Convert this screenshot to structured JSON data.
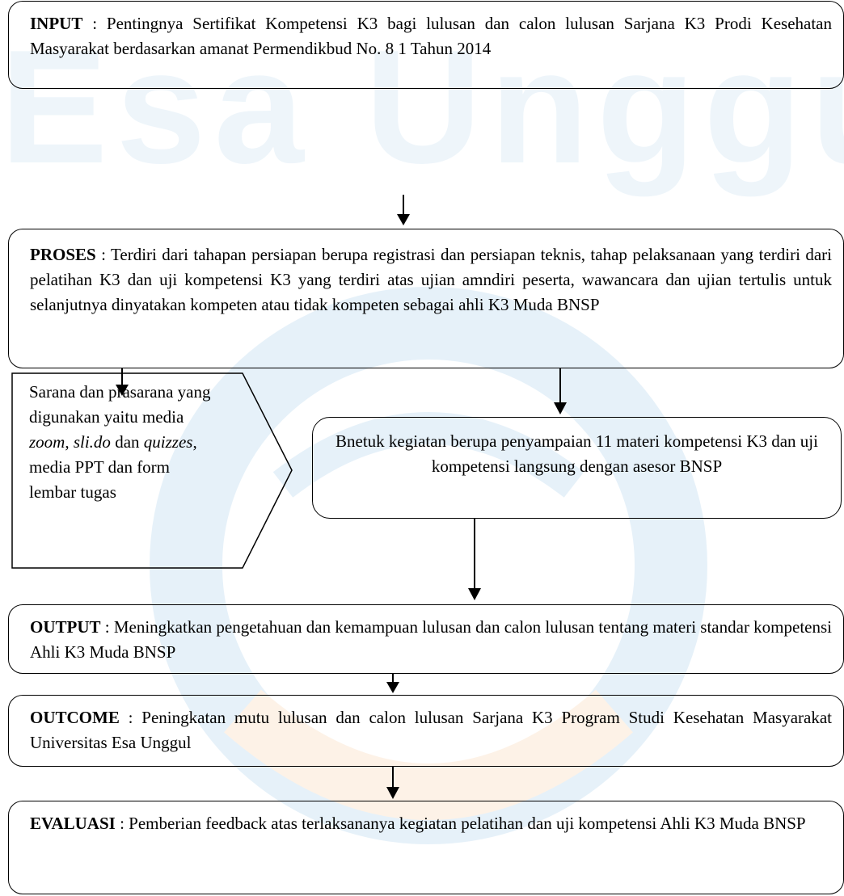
{
  "watermark": {
    "text": "Esa Unggul"
  },
  "nodes": {
    "input": {
      "label": "INPUT",
      "text": " : Pentingnya Sertifikat Kompetensi K3 bagi lulusan dan calon lulusan Sarjana K3 Prodi Kesehatan Masyarakat berdasarkan amanat Permendikbud No. 8 1 Tahun 2014"
    },
    "proses": {
      "label": "PROSES",
      "text": " : Terdiri dari tahapan persiapan berupa registrasi dan persiapan teknis, tahap pelaksanaan yang terdiri dari pelatihan K3 dan uji kompetensi K3 yang terdiri atas ujian amndiri peserta, wawancara dan ujian tertulis untuk selanjutnya dinyatakan kompeten atau tidak kompeten sebagai ahli K3 Muda BNSP"
    },
    "sarana": {
      "text1": "Sarana dan prasarana yang digunakan yaitu media ",
      "zoom": "zoom",
      "sep1": ", ",
      "slido": "sli.do",
      "sep2": " dan ",
      "quizzes": "quizzes",
      "text2": ", media PPT dan form lembar tugas"
    },
    "bentuk": {
      "text": "Bnetuk kegiatan berupa penyampaian 11 materi kompetensi K3 dan uji kompetensi langsung dengan asesor BNSP"
    },
    "output": {
      "label": "OUTPUT",
      "text": " : Meningkatkan pengetahuan dan kemampuan lulusan dan calon lulusan tentang materi standar kompetensi Ahli K3 Muda BNSP"
    },
    "outcome": {
      "label": "OUTCOME",
      "text": " : Peningkatan mutu lulusan dan calon lulusan Sarjana K3 Program Studi Kesehatan Masyarakat Universitas Esa Unggul"
    },
    "evaluasi": {
      "label": "EVALUASI",
      "text": " : Pemberian feedback atas terlaksananya kegiatan pelatihan dan uji kompetensi Ahli K3 Muda BNSP"
    }
  },
  "colors": {
    "watermark_blue": "#1a7fc7",
    "watermark_orange": "#f08a24",
    "stroke": "#000000"
  }
}
